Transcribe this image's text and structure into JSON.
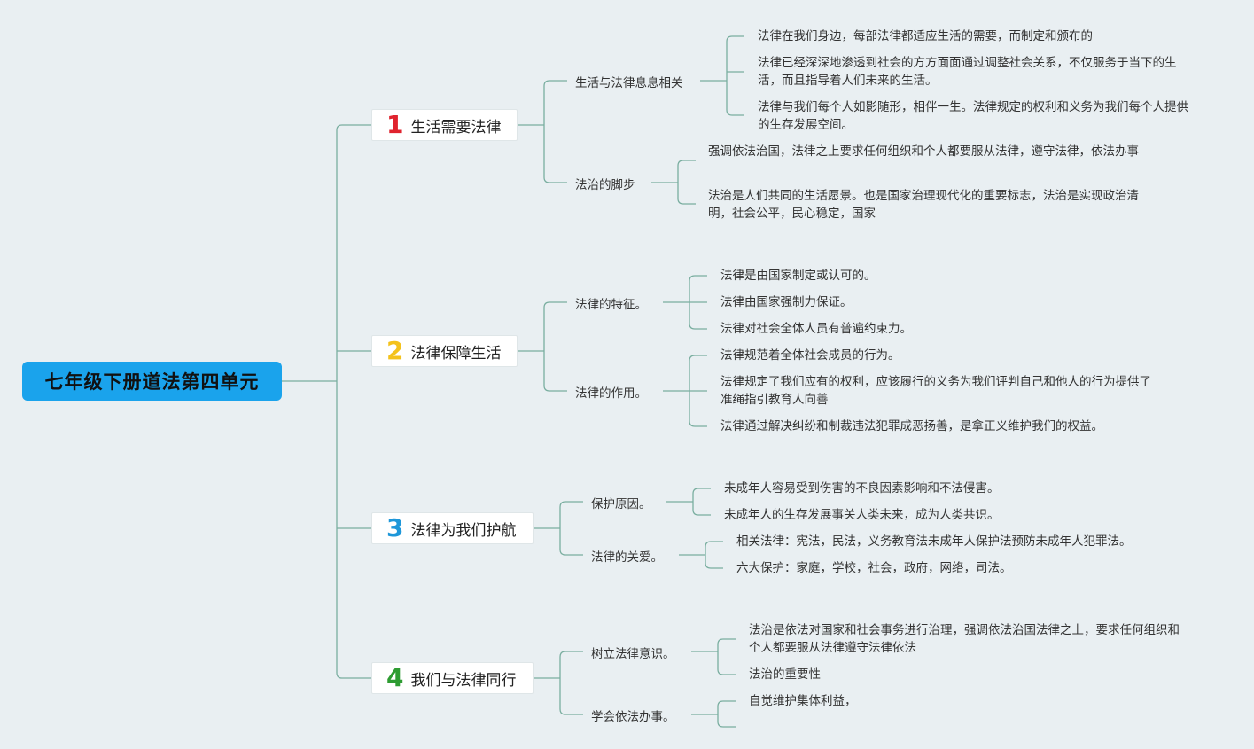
{
  "root": "七年级下册道法第四单元",
  "branches": [
    {
      "num": "1",
      "color": "#e0232e",
      "label": "生活需要法律",
      "subs": [
        {
          "label": "生活与法律息息相关",
          "leaves": [
            "法律在我们身边，每部法律都适应生活的需要，而制定和颁布的",
            "法律已经深深地渗透到社会的方方面面通过调整社会关系，不仅服务于当下的生活，而且指导着人们未来的生活。",
            "法律与我们每个人如影随形，相伴一生。法律规定的权利和义务为我们每个人提供的生存发展空间。"
          ]
        },
        {
          "label": "法治的脚步",
          "leaves": [
            "强调依法治国，法律之上要求任何组织和个人都要服从法律，遵守法律，依法办事",
            "法治是人们共同的生活愿景。也是国家治理现代化的重要标志，法治是实现政治清明，社会公平，民心稳定，国家"
          ]
        }
      ]
    },
    {
      "num": "2",
      "color": "#f4c21c",
      "label": "法律保障生活",
      "subs": [
        {
          "label": "法律的特征。",
          "leaves": [
            "法律是由国家制定或认可的。",
            "法律由国家强制力保证。",
            "法律对社会全体人员有普遍约束力。"
          ]
        },
        {
          "label": "法律的作用。",
          "leaves": [
            "法律规范着全体社会成员的行为。",
            "法律规定了我们应有的权利，应该履行的义务为我们评判自己和他人的行为提供了准绳指引教育人向善",
            "法律通过解决纠纷和制裁违法犯罪成恶扬善，是拿正义维护我们的权益。"
          ]
        }
      ]
    },
    {
      "num": "3",
      "color": "#1e97d9",
      "label": "法律为我们护航",
      "subs": [
        {
          "label": "保护原因。",
          "leaves": [
            "未成年人容易受到伤害的不良因素影响和不法侵害。",
            "未成年人的生存发展事关人类未来，成为人类共识。"
          ]
        },
        {
          "label": "法律的关爱。",
          "leaves": [
            "相关法律：宪法，民法，义务教育法未成年人保护法预防未成年人犯罪法。",
            "六大保护：家庭，学校，社会，政府，网络，司法。"
          ]
        }
      ]
    },
    {
      "num": "4",
      "color": "#2e9c32",
      "label": "我们与法律同行",
      "subs": [
        {
          "label": "树立法律意识。",
          "leaves": [
            "法治是依法对国家和社会事务进行治理，强调依法治国法律之上，要求任何组织和个人都要服从法律遵守法律依法",
            "法治的重要性"
          ]
        },
        {
          "label": "学会依法办事。",
          "leaves": [
            "自觉维护集体利益，",
            ""
          ]
        }
      ]
    }
  ]
}
